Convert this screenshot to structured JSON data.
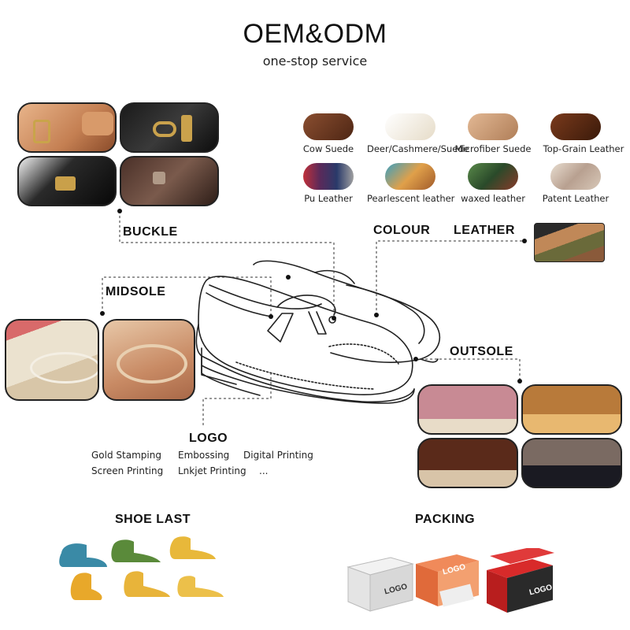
{
  "header": {
    "title": "OEM&ODM",
    "subtitle": "one-stop service"
  },
  "materials": [
    {
      "label": "Cow Suede",
      "color": "#6b3a22"
    },
    {
      "label": "Deer/Cashmere/Suede",
      "color": "#efe8da"
    },
    {
      "label": "Microfiber Suede",
      "color": "#c99a72"
    },
    {
      "label": "Top-Grain Leather",
      "color": "#5a2a14"
    },
    {
      "label": "Pu Leather",
      "color": "#a3242c"
    },
    {
      "label": "Pearlescent leather",
      "color": "#cf8a3c"
    },
    {
      "label": "waxed leather",
      "color": "#3f6a3a"
    },
    {
      "label": "Patent Leather",
      "color": "#c8b7a6"
    }
  ],
  "sections": {
    "buckle": "BUCKLE",
    "colour": "COLOUR",
    "leather": "LEATHER",
    "midsole": "MIDSOLE",
    "outsole": "OUTSOLE",
    "logo": "LOGO",
    "shoe_last": "SHOE LAST",
    "packing": "PACKING"
  },
  "logo_options": {
    "row1": [
      "Gold Stamping",
      "Embossing",
      "Digital Printing"
    ],
    "row2": [
      "Screen Printing",
      "Lnkjet Printing",
      "..."
    ]
  },
  "packing_box_text": "LOGO"
}
